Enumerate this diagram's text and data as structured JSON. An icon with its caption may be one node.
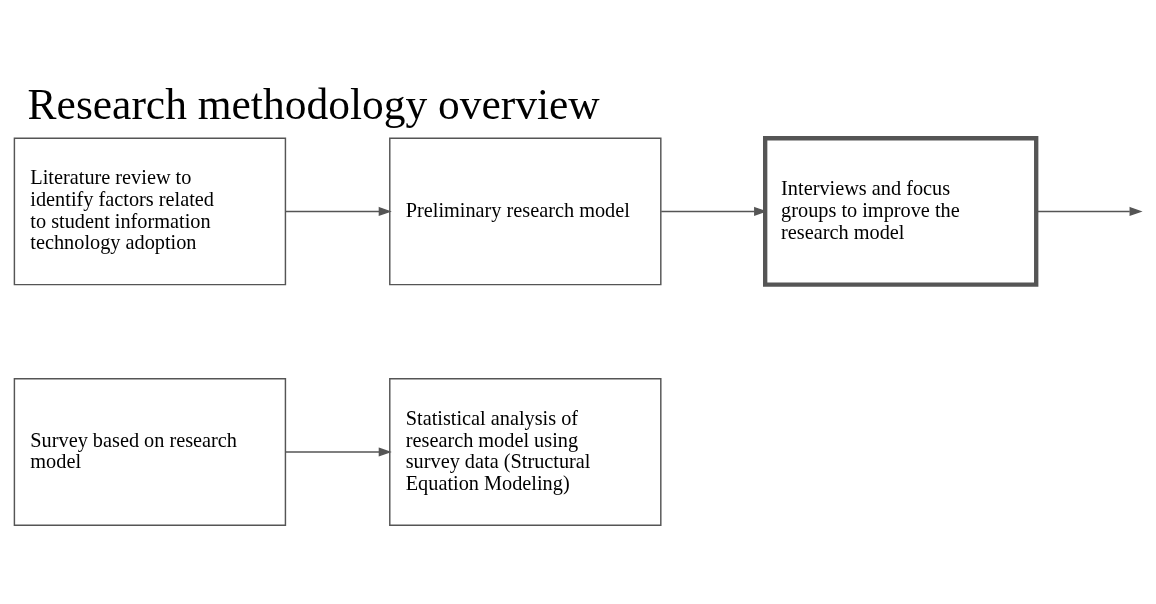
{
  "diagram": {
    "title": "Research methodology overview",
    "nodes": [
      {
        "text": [
          "Literature review to identify factors related to student information technology adoption"
        ]
      },
      {
        "text": [
          "Preliminary research model"
        ]
      },
      {
        "text": [
          "Interviews and focus groups to improve the research model"
        ]
      },
      {
        "text": [
          "Survey based on research model"
        ]
      },
      {
        "text": [
          "Statistical analysis of research model using survey data (Structural Equation Modeling)"
        ]
      }
    ],
    "edges": [
      {
        "from": 0,
        "to": 1,
        "arrow": "to"
      },
      {
        "from": 1,
        "to": 2,
        "arrow": "to"
      },
      {
        "from": 2,
        "to": null,
        "arrow": "to"
      },
      {
        "from": 3,
        "to": 4,
        "arrow": "to"
      }
    ]
  }
}
